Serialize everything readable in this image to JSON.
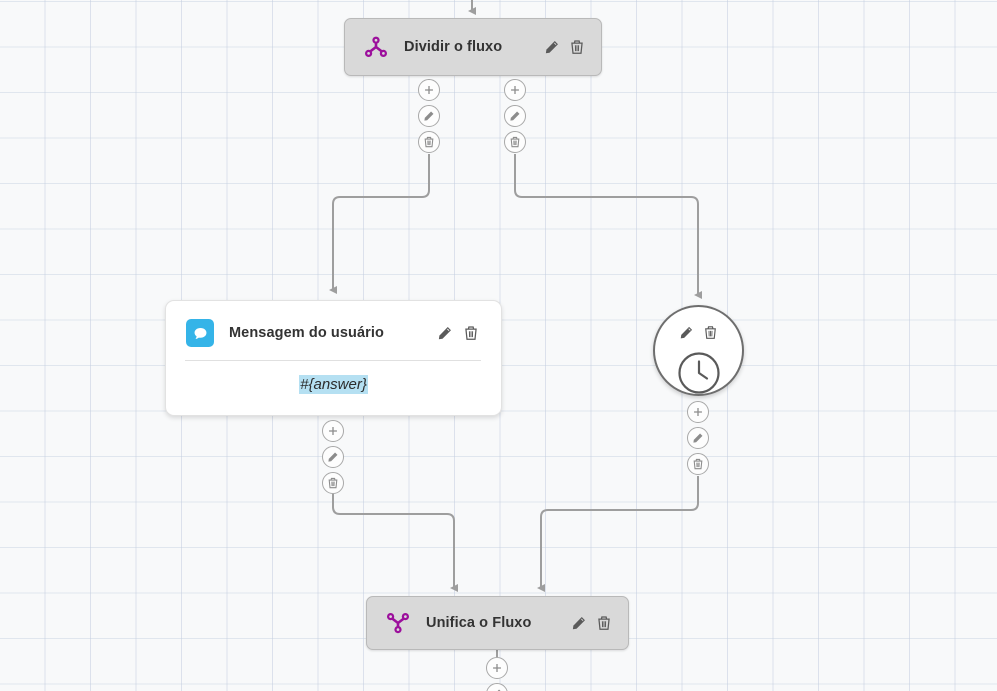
{
  "canvas": {
    "background_color": "#f8f9fa",
    "grid_color": "#c4cee0",
    "grid_size": 45
  },
  "palette": {
    "split_icon_color": "#9c0f9c",
    "merge_icon_color": "#9c0f9c",
    "message_icon_bg": "#35b4e8",
    "node_gray_bg": "#d9d9d9",
    "node_gray_border": "#b9b9b9",
    "node_white_bg": "#ffffff",
    "circle_border": "#6e6e6e",
    "edge_color": "#9e9e9e",
    "variable_highlight": "#b5e0f2",
    "title_color": "#333333"
  },
  "nodes": [
    {
      "id": "split",
      "type": "split-flow",
      "title": "Dividir o fluxo",
      "icon": "split-branch-icon",
      "actions": [
        "edit-icon",
        "delete-icon"
      ]
    },
    {
      "id": "user-message",
      "type": "user-message",
      "title": "Mensagem do usuário",
      "icon": "chat-bubble-icon",
      "variable": "#{answer}",
      "actions": [
        "edit-icon",
        "delete-icon"
      ]
    },
    {
      "id": "delay",
      "type": "delay",
      "title": "",
      "icon": "clock-icon",
      "actions": [
        "edit-icon",
        "delete-icon"
      ]
    },
    {
      "id": "merge",
      "type": "merge-flow",
      "title": "Unifica o Fluxo",
      "icon": "merge-branch-icon",
      "actions": [
        "edit-icon",
        "delete-icon"
      ]
    }
  ],
  "connectors": [
    {
      "id": "split-out-left",
      "buttons": [
        "add-icon",
        "edit-icon",
        "delete-icon"
      ]
    },
    {
      "id": "split-out-right",
      "buttons": [
        "add-icon",
        "edit-icon",
        "delete-icon"
      ]
    },
    {
      "id": "message-out",
      "buttons": [
        "add-icon",
        "edit-icon",
        "delete-icon"
      ]
    },
    {
      "id": "delay-out",
      "buttons": [
        "add-icon",
        "edit-icon",
        "delete-icon"
      ]
    },
    {
      "id": "merge-out",
      "buttons": [
        "add-icon",
        "edit-icon"
      ]
    }
  ],
  "edges": [
    {
      "from": "top-entry",
      "to": "split"
    },
    {
      "from": "split-out-left",
      "to": "user-message"
    },
    {
      "from": "split-out-right",
      "to": "delay"
    },
    {
      "from": "message-out",
      "to": "merge"
    },
    {
      "from": "delay-out",
      "to": "merge"
    }
  ]
}
